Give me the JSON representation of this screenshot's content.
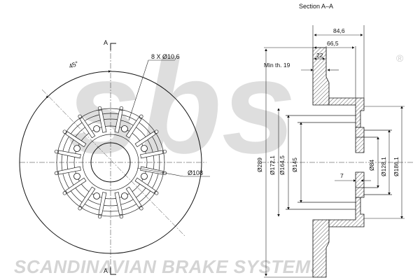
{
  "watermark": {
    "logo_text": "sbs",
    "registered_mark": "®",
    "company": "SCANDINAVIAN BRAKE SYSTEMS"
  },
  "front_view": {
    "section_marker_top": "A",
    "section_marker_bottom": "A",
    "angle_label": "45°",
    "holes_label": "8 X Ø10,6",
    "pcd_label": "Ø108"
  },
  "section_view": {
    "title": "Section A–A",
    "min_thickness": "Min th. 19",
    "dim_84_6": "84,6",
    "dim_66_5": "66,5",
    "dim_22": "22",
    "dim_7": "7",
    "dia_289": "Ø289",
    "dia_172_1": "Ø172,1",
    "dia_164_5": "Ø164,5",
    "dia_145": "Ø145",
    "dia_84": "Ø84",
    "dia_128_1": "Ø128,1",
    "dia_186_1": "Ø186,1"
  }
}
